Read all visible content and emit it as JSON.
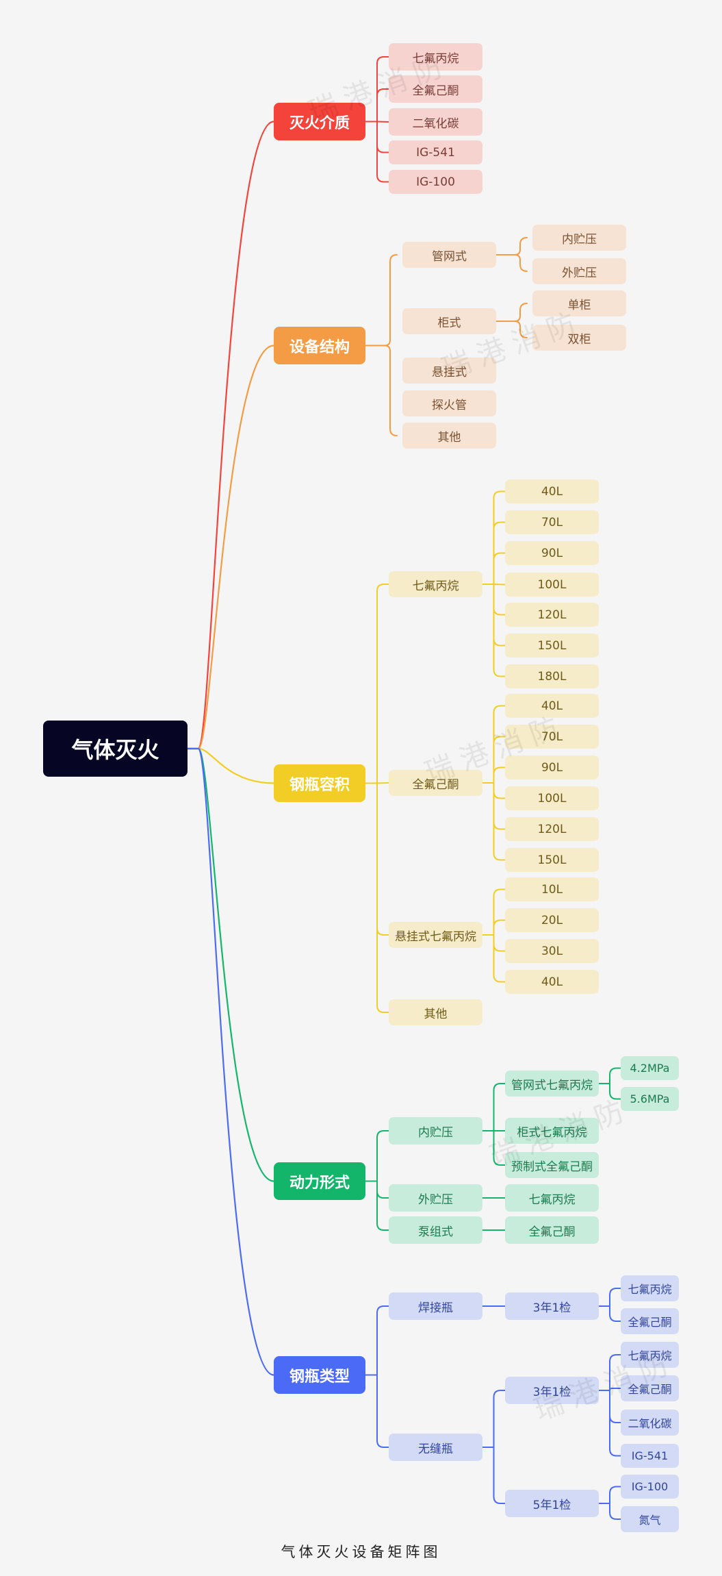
{
  "root": "气体灭火",
  "caption": "气体灭火设备矩阵图",
  "watermark": "瑞港消防",
  "colors": {
    "root_bg": "#060523",
    "red": "#f4433a",
    "red_leaf": "#f7d3d0",
    "orange": "#f39c45",
    "orange_leaf": "#f7e3d3",
    "yellow": "#f2cd25",
    "yellow_leaf": "#f6ecc9",
    "green": "#13b56b",
    "green_leaf": "#c8ecdc",
    "blue": "#4b6af5",
    "blue_leaf": "#d2daf6"
  },
  "branches": [
    {
      "label": "灭火介质",
      "children": [
        {
          "label": "七氟丙烷"
        },
        {
          "label": "全氟己酮"
        },
        {
          "label": "二氧化碳"
        },
        {
          "label": "IG-541"
        },
        {
          "label": "IG-100"
        }
      ]
    },
    {
      "label": "设备结构",
      "children": [
        {
          "label": "管网式",
          "children": [
            {
              "label": "内贮压"
            },
            {
              "label": "外贮压"
            }
          ]
        },
        {
          "label": "柜式",
          "children": [
            {
              "label": "单柜"
            },
            {
              "label": "双柜"
            }
          ]
        },
        {
          "label": "悬挂式"
        },
        {
          "label": "探火管"
        },
        {
          "label": "其他"
        }
      ]
    },
    {
      "label": "钢瓶容积",
      "children": [
        {
          "label": "七氟丙烷",
          "children": [
            {
              "label": "40L"
            },
            {
              "label": "70L"
            },
            {
              "label": "90L"
            },
            {
              "label": "100L"
            },
            {
              "label": "120L"
            },
            {
              "label": "150L"
            },
            {
              "label": "180L"
            }
          ]
        },
        {
          "label": "全氟己酮",
          "children": [
            {
              "label": "40L"
            },
            {
              "label": "70L"
            },
            {
              "label": "90L"
            },
            {
              "label": "100L"
            },
            {
              "label": "120L"
            },
            {
              "label": "150L"
            }
          ]
        },
        {
          "label": "悬挂式七氟丙烷",
          "children": [
            {
              "label": "10L"
            },
            {
              "label": "20L"
            },
            {
              "label": "30L"
            },
            {
              "label": "40L"
            }
          ]
        },
        {
          "label": "其他"
        }
      ]
    },
    {
      "label": "动力形式",
      "children": [
        {
          "label": "内贮压",
          "children": [
            {
              "label": "管网式七氟丙烷",
              "children": [
                {
                  "label": "4.2MPa"
                },
                {
                  "label": "5.6MPa"
                }
              ]
            },
            {
              "label": "柜式七氟丙烷"
            },
            {
              "label": "预制式全氟己酮"
            }
          ]
        },
        {
          "label": "外贮压",
          "children": [
            {
              "label": "七氟丙烷"
            }
          ]
        },
        {
          "label": "泵组式",
          "children": [
            {
              "label": "全氟己酮"
            }
          ]
        }
      ]
    },
    {
      "label": "钢瓶类型",
      "children": [
        {
          "label": "焊接瓶",
          "children": [
            {
              "label": "3年1检",
              "children": [
                {
                  "label": "七氟丙烷"
                },
                {
                  "label": "全氟己酮"
                }
              ]
            }
          ]
        },
        {
          "label": "无缝瓶",
          "children": [
            {
              "label": "3年1检",
              "children": [
                {
                  "label": "七氟丙烷"
                },
                {
                  "label": "全氟己酮"
                },
                {
                  "label": "二氧化碳"
                },
                {
                  "label": "IG-541"
                }
              ]
            },
            {
              "label": "5年1检",
              "children": [
                {
                  "label": "IG-100"
                },
                {
                  "label": "氮气"
                }
              ]
            }
          ]
        }
      ]
    }
  ]
}
